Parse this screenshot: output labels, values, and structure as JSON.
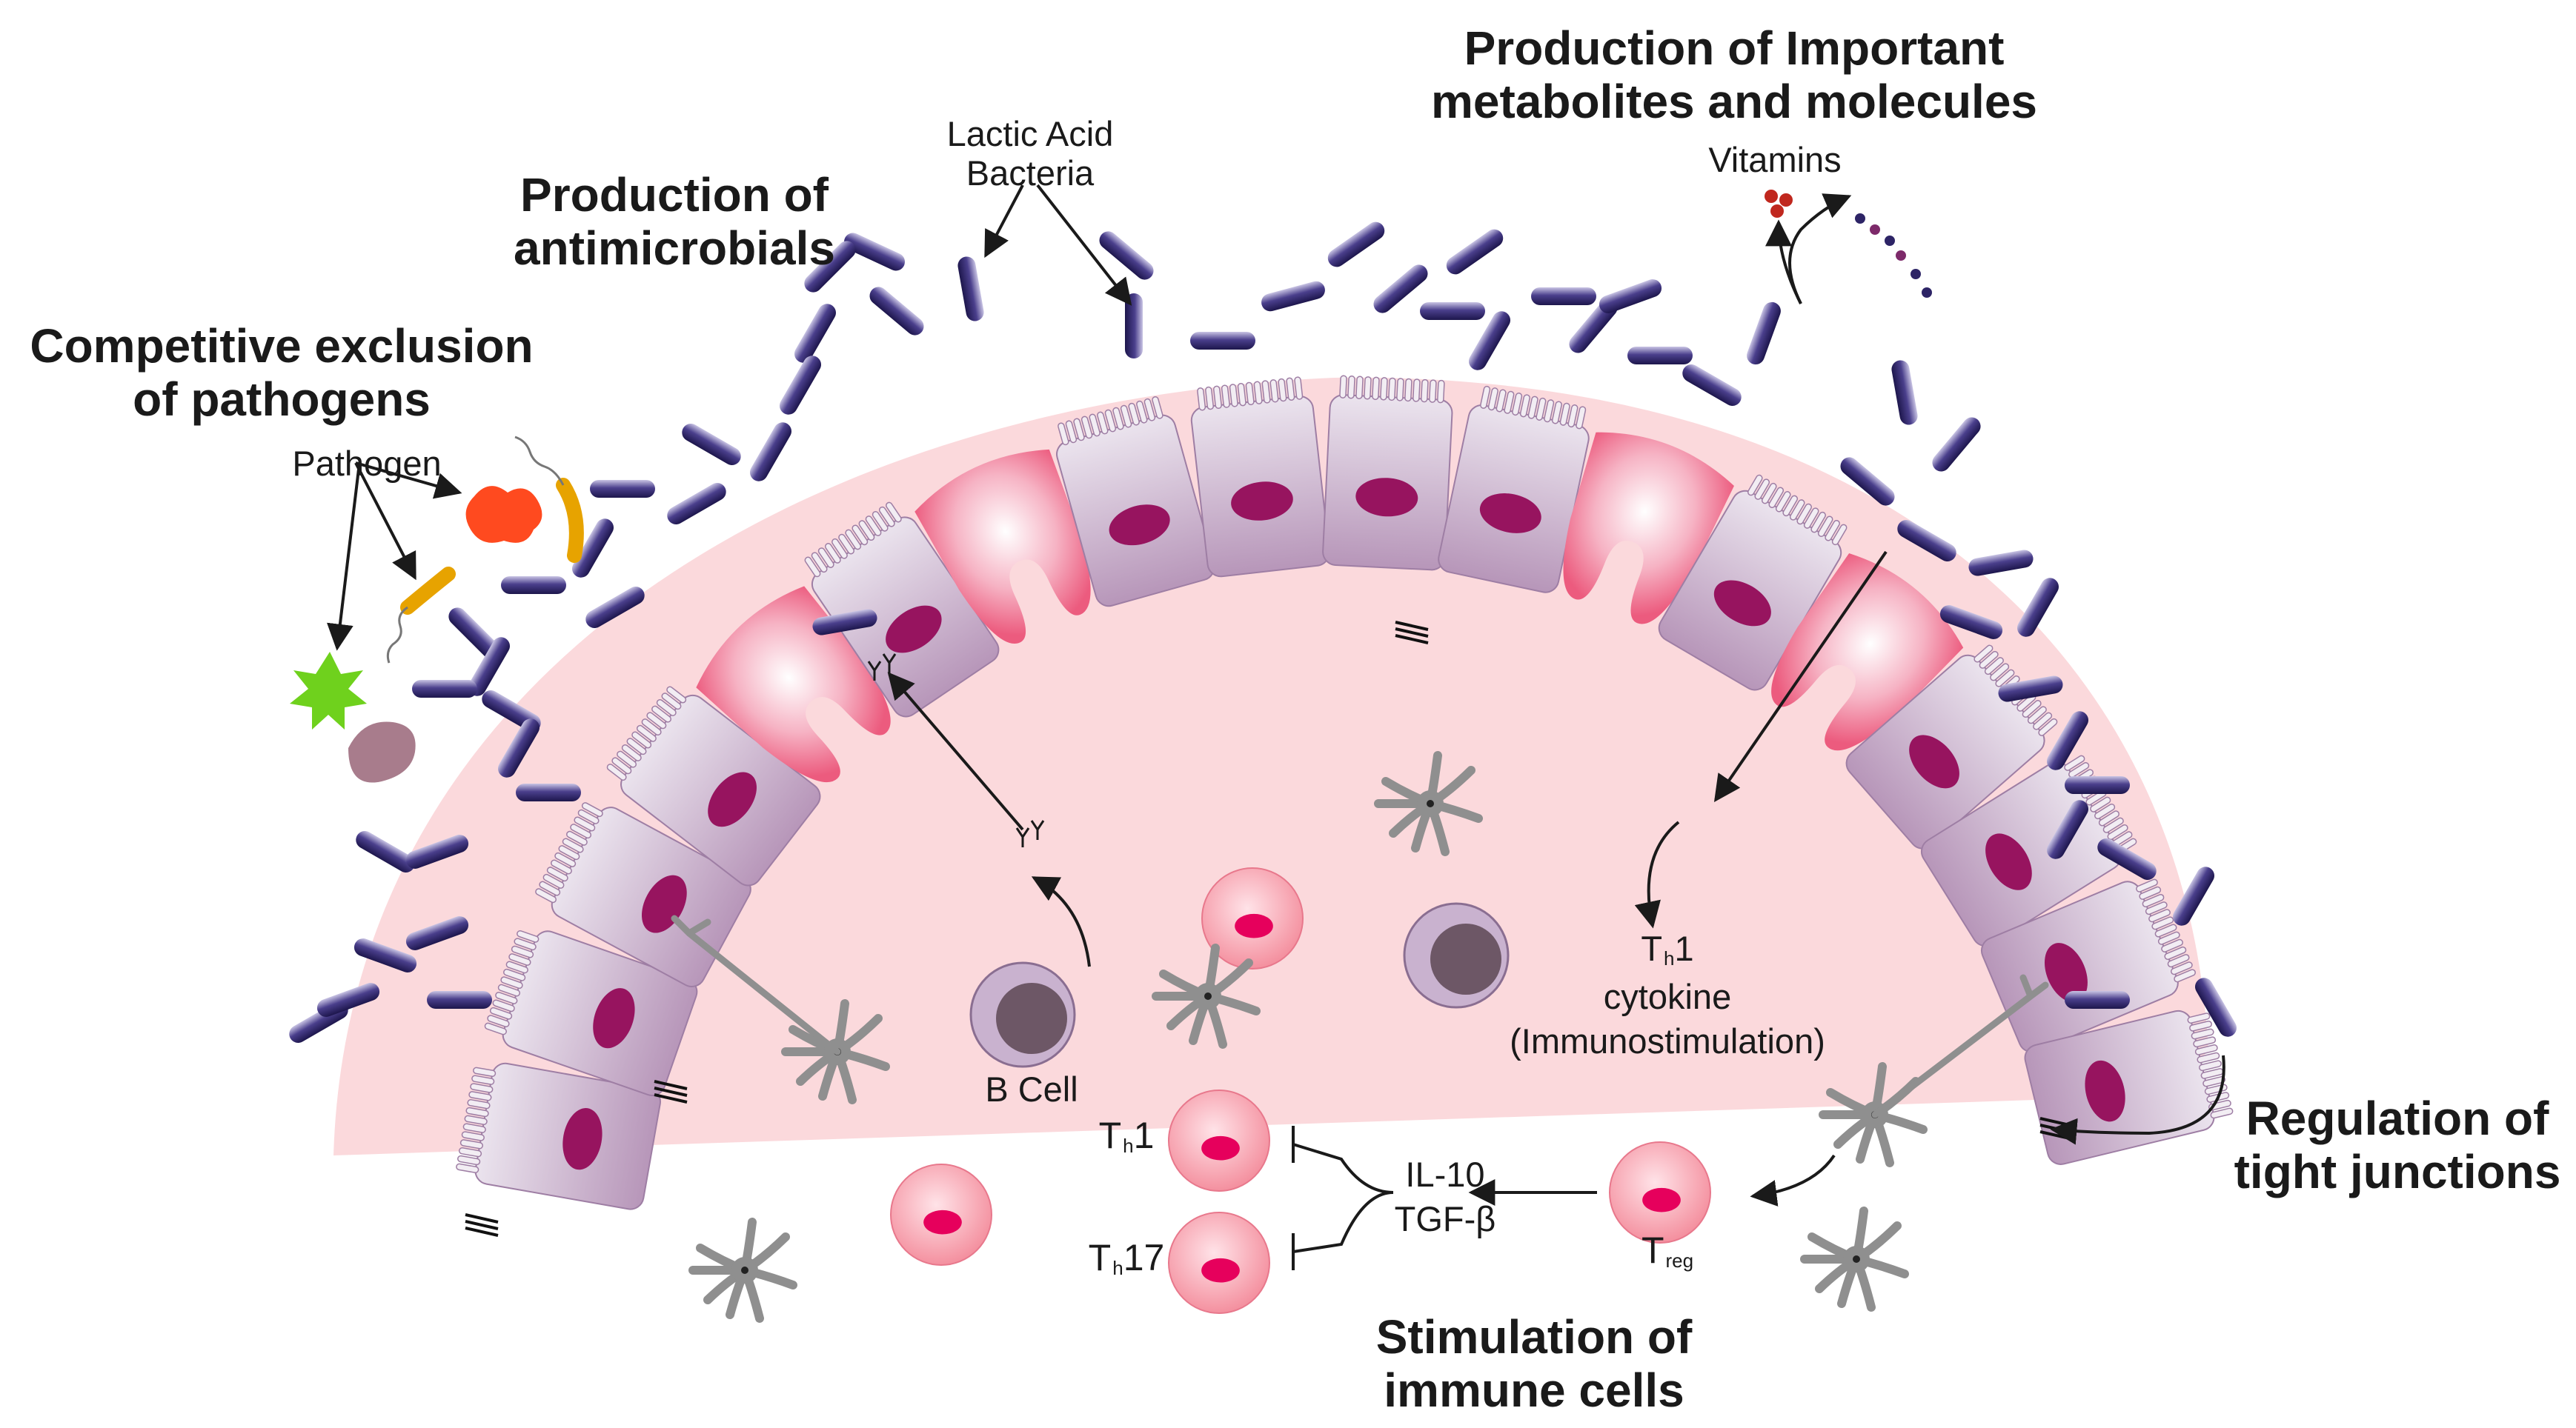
{
  "labels": {
    "competitive_exclusion": "Competitive exclusion of pathogens",
    "antimicrobials": "Production of antimicrobials",
    "metabolites": "Production of Important metabolites and molecules",
    "tight_junctions": "Regulation of tight junctions",
    "immune_cells": "Stimulation of immune cells"
  },
  "annotations": {
    "pathogen": "Pathogen",
    "lactic_acid_bacteria": "Lactic Acid Bacteria",
    "vitamins": "Vitamins",
    "b_cell": "B Cell",
    "th1_main": "T",
    "th1_sub": "h",
    "th1_tail": "1",
    "cytokine": "cytokine",
    "immunostimulation": "(Immunostimulation)",
    "il10": "IL-10",
    "tgfb": "TGF-β",
    "treg_main": "T",
    "treg_sub": "reg",
    "th1_cell_tail": "1",
    "th17_cell_tail": "17"
  },
  "colors": {
    "mucus": "#fbd9dc",
    "goblet": "#f06a88",
    "epithelium": "#d6c2d9",
    "nucleus": "#97145f",
    "bacteria": "#2d2466",
    "immune_cell": "#f8a0ae",
    "immune_nucleus": "#e6005c",
    "dendritic": "#8f8f8f"
  }
}
